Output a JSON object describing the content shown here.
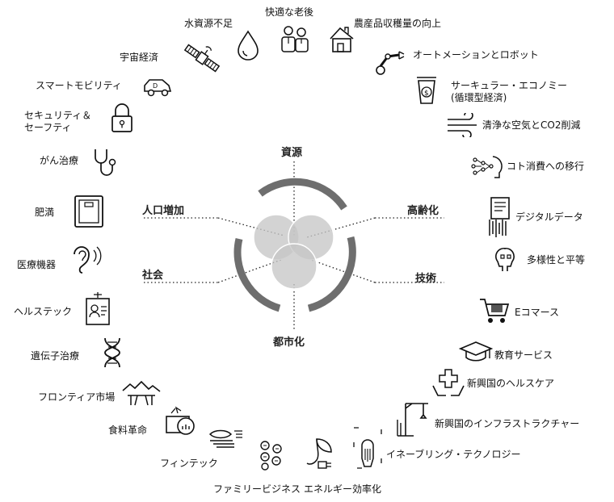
{
  "categories": {
    "top": "資源",
    "upper_left": "人口増加",
    "upper_right": "高齢化",
    "lower_left": "社会",
    "lower_right": "技術",
    "bottom": "都市化"
  },
  "themes": {
    "water": "水資源不足",
    "comfort": "快適な老後",
    "agri": "農産品収穫量の向上",
    "space": "宇宙経済",
    "automation": "オートメーションとロボット",
    "mobility": "スマートモビリティ",
    "circular_1": "サーキュラー・エコノミー",
    "circular_2": "(循環型経済)",
    "security_1": "セキュリティ＆",
    "security_2": "セーフティ",
    "cleanair": "清浄な空気とCO2削減",
    "cancer": "がん治療",
    "experience": "コト消費への移行",
    "obesity": "肥満",
    "digital": "デジタルデータ",
    "medical": "医療機器",
    "diversity": "多様性と平等",
    "healthtech": "ヘルステック",
    "ecommerce": "Eコマース",
    "genetic": "遺伝子治療",
    "education": "教育サービス",
    "frontier": "フロンティア市場",
    "emhealth": "新興国のヘルスケア",
    "food": "食料革命",
    "eminfra": "新興国のインフラストラクチャー",
    "fintech": "フィンテック",
    "enabling": "イネーブリング・テクノロジー",
    "family": "ファミリービジネス",
    "energy": "エネルギー効率化"
  },
  "icons": [
    "water-drop-icon",
    "elderly-couple-icon",
    "farm-house-icon",
    "satellite-icon",
    "robot-arm-icon",
    "car-icon",
    "recycle-cup-icon",
    "padlock-icon",
    "wind-icon",
    "stethoscope-icon",
    "network-head-icon",
    "scale-icon",
    "document-fingerprint-icon",
    "ear-icon",
    "diverse-heads-icon",
    "health-card-icon",
    "shopping-cart-icon",
    "dna-icon",
    "graduation-cap-icon",
    "mountain-market-icon",
    "hands-cross-icon",
    "food-scale-icon",
    "crane-icon",
    "card-swipe-icon",
    "chip-hand-icon",
    "family-coins-icon",
    "leaf-plug-icon"
  ],
  "colors": {
    "ring": "#6e6e6e",
    "venn": "#c6c6c6",
    "text": "#111111",
    "lines": "#222222"
  }
}
